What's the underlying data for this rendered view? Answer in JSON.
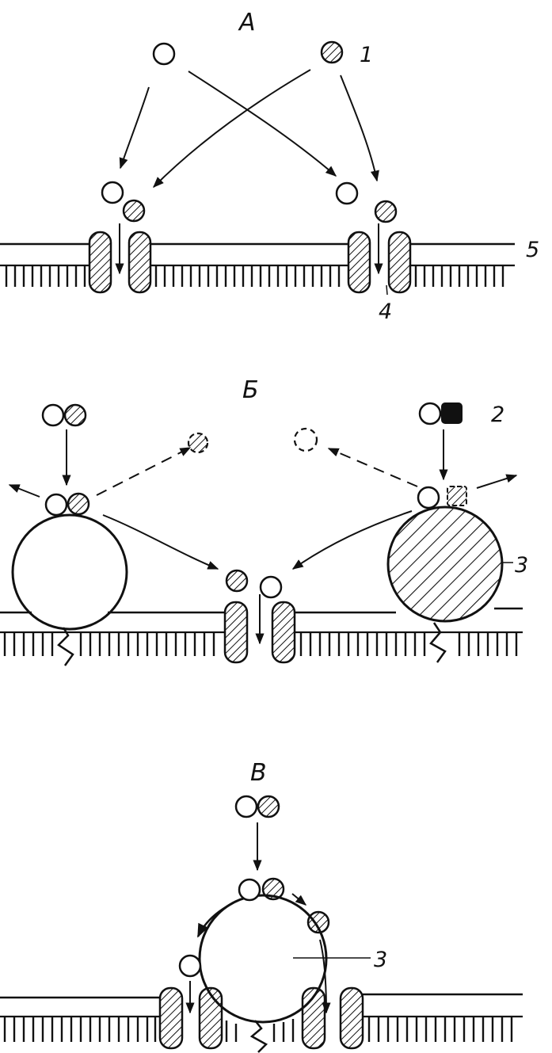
{
  "panels": {
    "a": {
      "label": "А"
    },
    "b": {
      "label": "Б"
    },
    "c": {
      "label": "В"
    }
  },
  "callouts": {
    "n1": "1",
    "n2": "2",
    "n3_panel_b": "3",
    "n3_panel_c": "3",
    "n4": "4",
    "n5": "5"
  },
  "colors": {
    "ink": "#111111",
    "background": "#ffffff"
  }
}
